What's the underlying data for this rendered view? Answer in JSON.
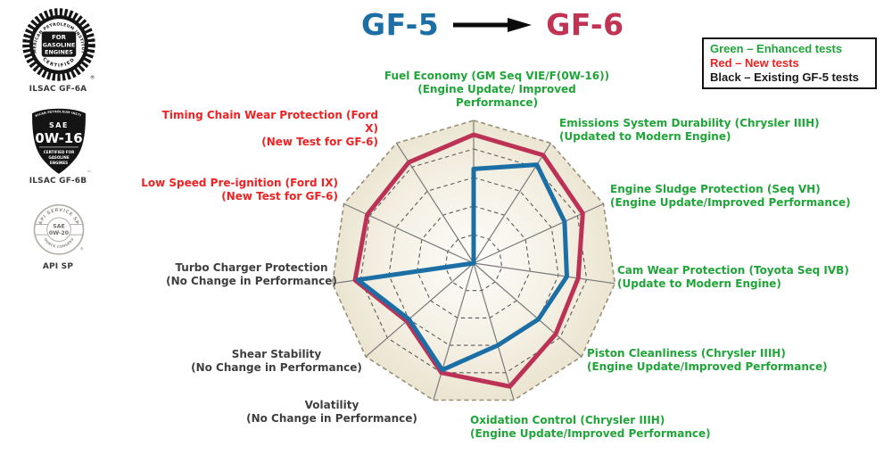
{
  "title": {
    "from_label": "GF-5",
    "to_label": "GF-6",
    "arrow_icon": "arrow-right",
    "from_color": "#1b6fa5",
    "to_color": "#c23253"
  },
  "legend": {
    "items": [
      {
        "label": "Green – Enhanced tests",
        "color": "#1fa538"
      },
      {
        "label": "Red – New tests",
        "color": "#ee2222"
      },
      {
        "label": "Black – Existing GF-5 tests",
        "color": "#1a1a1a"
      }
    ]
  },
  "badges": [
    {
      "caption": "ILSAC GF-6A",
      "arc_top": "AMERICAN PETROLEUM INSTITUTE",
      "arc_bottom": "CERTIFIED",
      "center_lines": [
        "FOR",
        "GASOLINE",
        "ENGINES"
      ],
      "reg": "®"
    },
    {
      "caption": "ILSAC GF-6B",
      "arc_top": "AMERICAN PETROLEUM INSTITUTE",
      "sae": "SAE",
      "grade": "0W-16",
      "sub_lines": [
        "CERTIFIED FOR",
        "GASOLINE",
        "ENGINES"
      ],
      "tm": "™"
    },
    {
      "caption": "API SP",
      "arc_top": "API SERVICE SP",
      "arc_bottom": "RESOURCE CONSERVING",
      "sae": "SAE",
      "grade": "0W-20",
      "reg": "®"
    }
  ],
  "chart_data": {
    "type": "radar",
    "levels": 5,
    "max": 5,
    "grid": "dashed concentric polygons, solid gray spokes",
    "legend_position": "top-right",
    "axes": [
      {
        "name": "Fuel Economy (GM Seq VIE/F(0W-16))",
        "note": "(Engine Update/ Improved Performance)",
        "color": "green"
      },
      {
        "name": "Emissions System Durability (Chrysler IIIH)",
        "note": "(Updated to Modern Engine)",
        "color": "green"
      },
      {
        "name": "Engine Sludge Protection (Seq VH)",
        "note": "(Engine Update/Improved Performance)",
        "color": "green"
      },
      {
        "name": "Cam Wear Protection (Toyota Seq IVB)",
        "note": "(Update to Modern Engine)",
        "color": "green"
      },
      {
        "name": "Piston Cleanliness (Chrysler IIIH)",
        "note": "(Engine Update/Improved Performance)",
        "color": "green"
      },
      {
        "name": "Oxidation Control (Chrysler IIIH)",
        "note": "(Engine Update/Improved Performance)",
        "color": "green"
      },
      {
        "name": "Volatility",
        "note": "(No Change in Performance)",
        "color": "black"
      },
      {
        "name": "Shear Stability",
        "note": "(No Change in Performance)",
        "color": "black"
      },
      {
        "name": "Turbo Charger Protection",
        "note": "(No Change in Performance)",
        "color": "black"
      },
      {
        "name": "Low Speed Pre-ignition (Ford IX)",
        "note": "(New Test for GF-6)",
        "color": "red"
      },
      {
        "name": "Timing Chain Wear Protection (Ford X)",
        "note": "(New Test for GF-6)",
        "color": "red"
      }
    ],
    "series": [
      {
        "name": "GF-5",
        "color": "#1b6fa5",
        "values": [
          3.3,
          4.1,
          3.5,
          3.3,
          3.0,
          3.0,
          3.9,
          3.0,
          4.1,
          0,
          0
        ]
      },
      {
        "name": "GF-6",
        "color": "#bc3256",
        "values": [
          4.5,
          4.5,
          4.2,
          3.7,
          3.8,
          4.5,
          4.0,
          3.1,
          4.2,
          4.1,
          4.2
        ]
      }
    ],
    "label_colors": {
      "green": "#1fa538",
      "red": "#ee2222",
      "black": "#3f3f3f"
    },
    "fill": {
      "edge": "#e6dec7",
      "center": "#fdfcf9",
      "outline": "#9a9078"
    },
    "spoke_color": "#7a7a7a",
    "ring_color": "#5a5a5a"
  }
}
